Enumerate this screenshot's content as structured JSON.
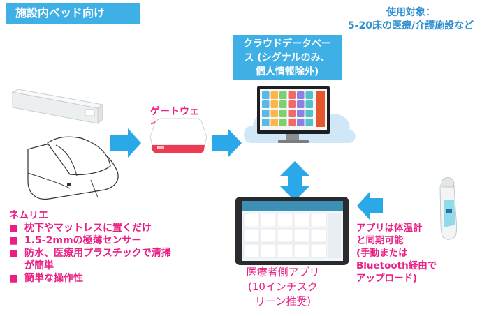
{
  "header": {
    "title": "施設内ベッド向け"
  },
  "target": {
    "lines": [
      "使用対象：",
      "5-20床の医療/介護施設など"
    ]
  },
  "cloud": {
    "label_lines": [
      "クラウドデータベー",
      "ス (シグナルのみ、",
      "個人情報除外)"
    ]
  },
  "gateway": {
    "label_lines": [
      "ゲートウェ",
      "イ"
    ]
  },
  "sensor": {
    "name": "ネムリエ",
    "bullet_symbol": "■",
    "features": [
      [
        "枕下やマットレスに置くだけ"
      ],
      [
        "1.5-2mmの極薄センサー"
      ],
      [
        "防水、医療用プラスチックで清掃",
        "が簡単"
      ],
      [
        "簡単な操作性"
      ]
    ]
  },
  "app": {
    "label_lines": [
      "医療者側アプリ",
      "(10インチスク",
      "リーン推奨)"
    ]
  },
  "thermometer": {
    "label_lines": [
      "アプリは体温計",
      "と同期可能",
      "(手動または",
      "Bluetooth経由で",
      "アップロード)"
    ]
  },
  "colors": {
    "accent_blue": "#3eb0e6",
    "pink": "#ea1e83",
    "arrow_blue": "#2ba8e8"
  },
  "icons": [
    "sensor-pad",
    "bed",
    "gateway-device",
    "cloud",
    "monitor",
    "tablet",
    "ear-thermometer",
    "arrow-right",
    "arrow-left",
    "arrow-up-down"
  ]
}
